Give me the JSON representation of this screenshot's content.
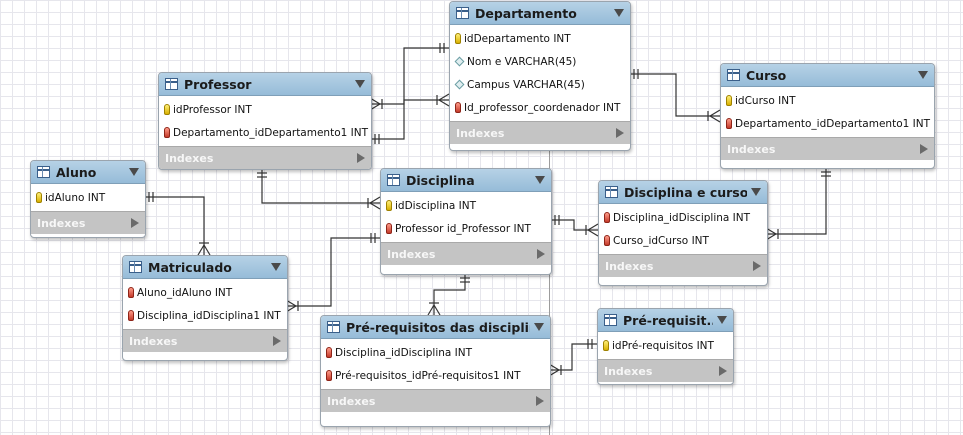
{
  "indexes_label": "Indexes",
  "entities": [
    {
      "id": "departamento",
      "title": "Departamento",
      "columns": [
        {
          "key": "pk",
          "text": "idDepartamento INT"
        },
        {
          "key": "attr",
          "text": "Nom e VARCHAR(45)"
        },
        {
          "key": "attr",
          "text": "Campus VARCHAR(45)"
        },
        {
          "key": "fk",
          "text": "Id_professor_coordenador INT"
        }
      ]
    },
    {
      "id": "professor",
      "title": "Professor",
      "columns": [
        {
          "key": "pk",
          "text": "idProfessor INT"
        },
        {
          "key": "fk",
          "text": "Departamento_idDepartamento1 INT"
        }
      ]
    },
    {
      "id": "curso",
      "title": "Curso",
      "columns": [
        {
          "key": "pk",
          "text": "idCurso INT"
        },
        {
          "key": "fk",
          "text": "Departamento_idDepartamento1 INT"
        }
      ]
    },
    {
      "id": "aluno",
      "title": "Aluno",
      "columns": [
        {
          "key": "pk",
          "text": "idAluno INT"
        }
      ]
    },
    {
      "id": "disciplina",
      "title": "Disciplina",
      "columns": [
        {
          "key": "pk",
          "text": "idDisciplina INT"
        },
        {
          "key": "fk",
          "text": "Professor id_Professor INT"
        }
      ]
    },
    {
      "id": "disciplina-e-curso",
      "title": "Disciplina e curso",
      "columns": [
        {
          "key": "fk",
          "text": "Disciplina_idDisciplina INT"
        },
        {
          "key": "fk",
          "text": "Curso_idCurso INT"
        }
      ]
    },
    {
      "id": "matriculado",
      "title": "Matriculado",
      "columns": [
        {
          "key": "fk",
          "text": "Aluno_idAluno INT"
        },
        {
          "key": "fk",
          "text": "Disciplina_idDisciplina1 INT"
        }
      ]
    },
    {
      "id": "pre-requisitos-das-disciplinas",
      "title": "Pré-requisitos das disciplinas",
      "columns": [
        {
          "key": "fk",
          "text": "Disciplina_idDisciplina INT"
        },
        {
          "key": "fk",
          "text": "Pré-requisitos_idPré-requisitos1 INT"
        }
      ]
    },
    {
      "id": "pre-requisitos",
      "title": "Pré-requisit...",
      "columns": [
        {
          "key": "pk",
          "text": "idPré-requisitos INT"
        }
      ]
    }
  ]
}
